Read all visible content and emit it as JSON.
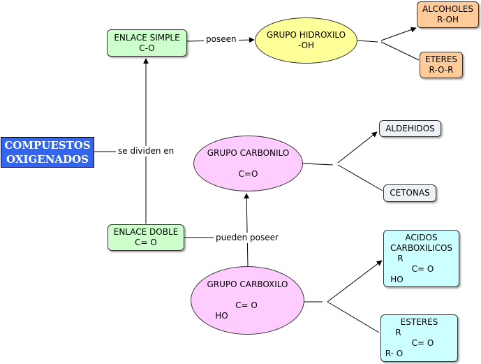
{
  "root": {
    "line1": "COMPUESTOS",
    "line2": "OXIGENADOS"
  },
  "enlace_simple": {
    "line1": "ENLACE SIMPLE",
    "line2": "C-O"
  },
  "enlace_doble": {
    "line1": "ENLACE DOBLE",
    "line2": "C= O"
  },
  "grupo_hidroxilo": {
    "line1": "GRUPO HIDROXILO",
    "line2": "-OH"
  },
  "alcoholes": {
    "line1": "ALCOHOLES",
    "line2": "R-OH"
  },
  "eteres": {
    "line1": "ETERES",
    "line2": "R-O-R"
  },
  "grupo_carbonilo": {
    "line1": "GRUPO CARBONILO",
    "line2": "C=O"
  },
  "aldehidos": {
    "label": "ALDEHIDOS"
  },
  "cetonas": {
    "label": "CETONAS"
  },
  "grupo_carboxilo": {
    "line1": "GRUPO CARBOXILO",
    "line2": "C= O",
    "line3": "HO"
  },
  "acidos": {
    "line1": "ACIDOS",
    "line2": "CARBOXILICOS",
    "line3": "R",
    "line4": "C= O",
    "line5": "HO"
  },
  "esteres": {
    "line1": "ESTERES",
    "line2": "R",
    "line3": "C= O",
    "line4": "R- O"
  },
  "links": {
    "poseen": "poseen",
    "se_dividen_en": "se dividen en",
    "pueden_poseer": "pueden poseer"
  },
  "colors": {
    "line": "#000000",
    "root_bg": "#3366ee"
  }
}
